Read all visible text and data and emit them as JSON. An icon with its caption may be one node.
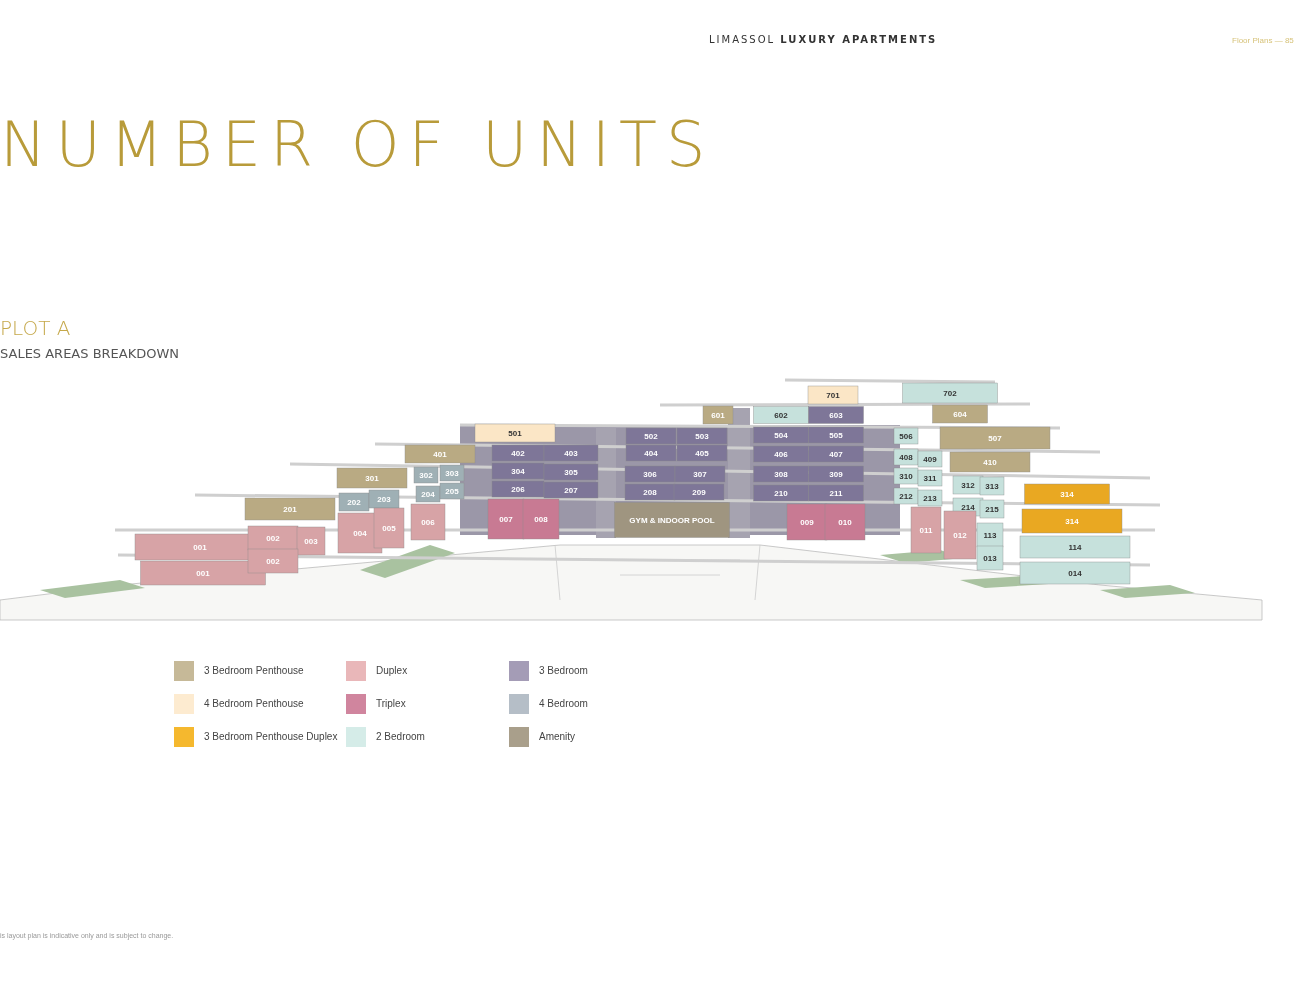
{
  "diagram": {
    "title": "NUMBER OF UNITS",
    "labels": [
      "LIMASSOL **LUXURY APARTMENTS**",
      "Floor Plans — 85",
      "PLOT A",
      "SALES AREAS BREAKDOWN",
      "701",
      "702",
      "601",
      "602",
      "603",
      "604",
      "501",
      "502",
      "503",
      "504",
      "505",
      "506",
      "507",
      "401",
      "402",
      "403",
      "404",
      "405",
      "406",
      "407",
      "408",
      "409",
      "410",
      "301",
      "302",
      "303",
      "304",
      "305",
      "306",
      "307",
      "308",
      "309",
      "310",
      "311",
      "312",
      "313",
      "201",
      "202",
      "203",
      "204",
      "205",
      "206",
      "207",
      "208",
      "209",
      "210",
      "211",
      "212",
      "213",
      "214",
      "215",
      "314",
      "001",
      "002",
      "003",
      "004",
      "005",
      "006",
      "007",
      "008",
      "GYM & INDOOR POOL",
      "009",
      "010",
      "011",
      "012",
      "113",
      "314",
      "114",
      "001",
      "002",
      "013",
      "014",
      "is layout plan is indicative only and is subject to change."
    ],
    "legend": [
      {
        "text": "3 Bedroom Penthouse",
        "color": "#c6b998"
      },
      {
        "text": "4 Bedroom Penthouse",
        "color": "#fdebd0"
      },
      {
        "text": "3 Bedroom Penthouse Duplex",
        "color": "#f5b82e"
      },
      {
        "text": "Duplex",
        "color": "#e9b7b9"
      },
      {
        "text": "Triplex",
        "color": "#d0859e"
      },
      {
        "text": "2 Bedroom",
        "color": "#d5ece8"
      },
      {
        "text": "3 Bedroom",
        "color": "#a49cb6"
      },
      {
        "text": "4 Bedroom",
        "color": "#b5bec7"
      },
      {
        "text": "Amenity",
        "color": "#a99f8b"
      }
    ]
  }
}
